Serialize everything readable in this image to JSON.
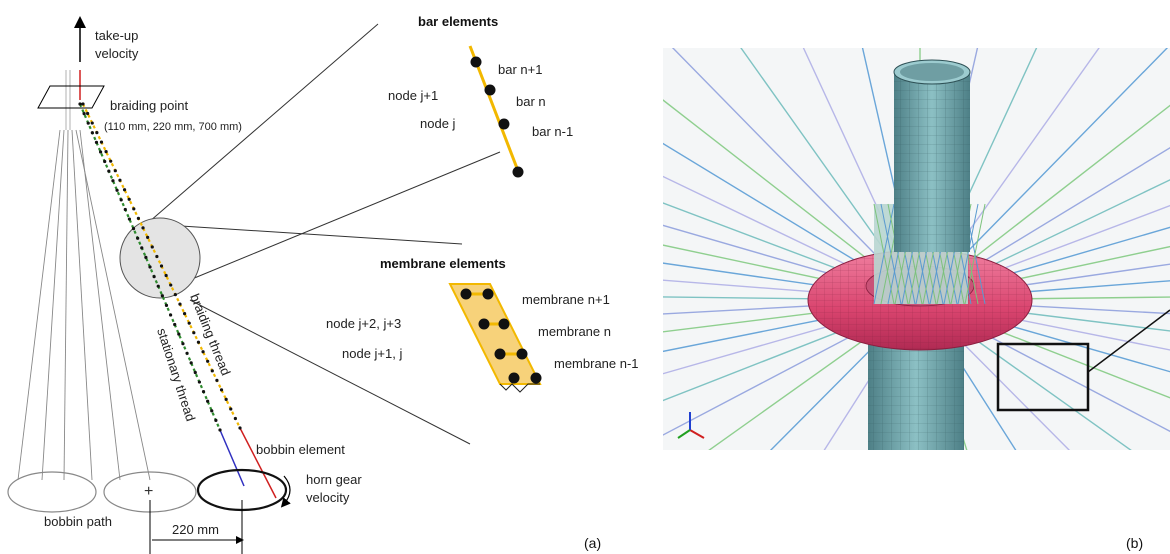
{
  "panel_a": {
    "tag": "(a)",
    "takeup": [
      "take-up",
      "velocity"
    ],
    "braiding_point": "braiding point",
    "braiding_point_sizes": "(110 mm, 220 mm, 700 mm)",
    "bar_header": "bar elements",
    "bar_nodes": [
      "node j+1",
      "node j"
    ],
    "bars": [
      "bar n+1",
      "bar n",
      "bar n-1"
    ],
    "membrane_header": "membrane elements",
    "membrane_nodes": [
      "node j+2, j+3",
      "node j+1, j"
    ],
    "membranes": [
      "membrane n+1",
      "membrane n",
      "membrane n-1"
    ],
    "braiding_thread": "braiding thread",
    "stationary_thread": "stationary thread",
    "bobbin_element": "bobbin element",
    "horn_gear": [
      "horn gear",
      "velocity"
    ],
    "bobbin_path": "bobbin path",
    "dimension": "220 mm"
  },
  "panel_b": {
    "tag": "(b)"
  },
  "colors": {
    "braiding_thread": "#f2b800",
    "stationary_thread": "#2e8b2e",
    "torus": "#e0507a",
    "mandrel": "#6fa3a8",
    "zoom_circle": "#e4e4e4"
  }
}
